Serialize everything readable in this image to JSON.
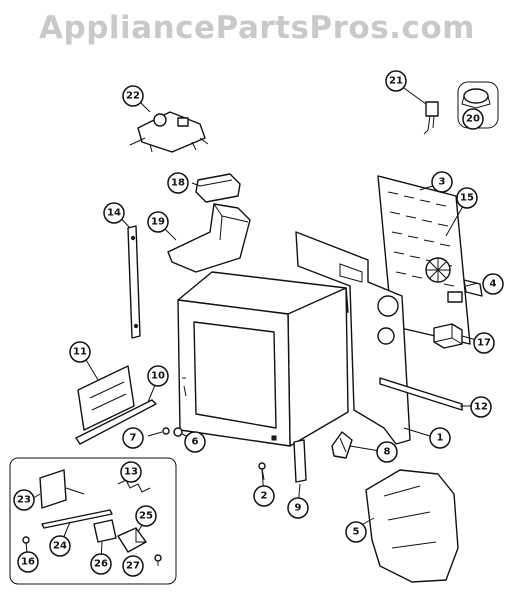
{
  "watermark": "AppliancePartsPros.com",
  "callouts": [
    "1",
    "2",
    "3",
    "4",
    "5",
    "6",
    "7",
    "8",
    "9",
    "10",
    "11",
    "12",
    "13",
    "14",
    "15",
    "16",
    "17",
    "18",
    "19",
    "20",
    "21",
    "22",
    "23",
    "24",
    "25",
    "26",
    "27"
  ]
}
